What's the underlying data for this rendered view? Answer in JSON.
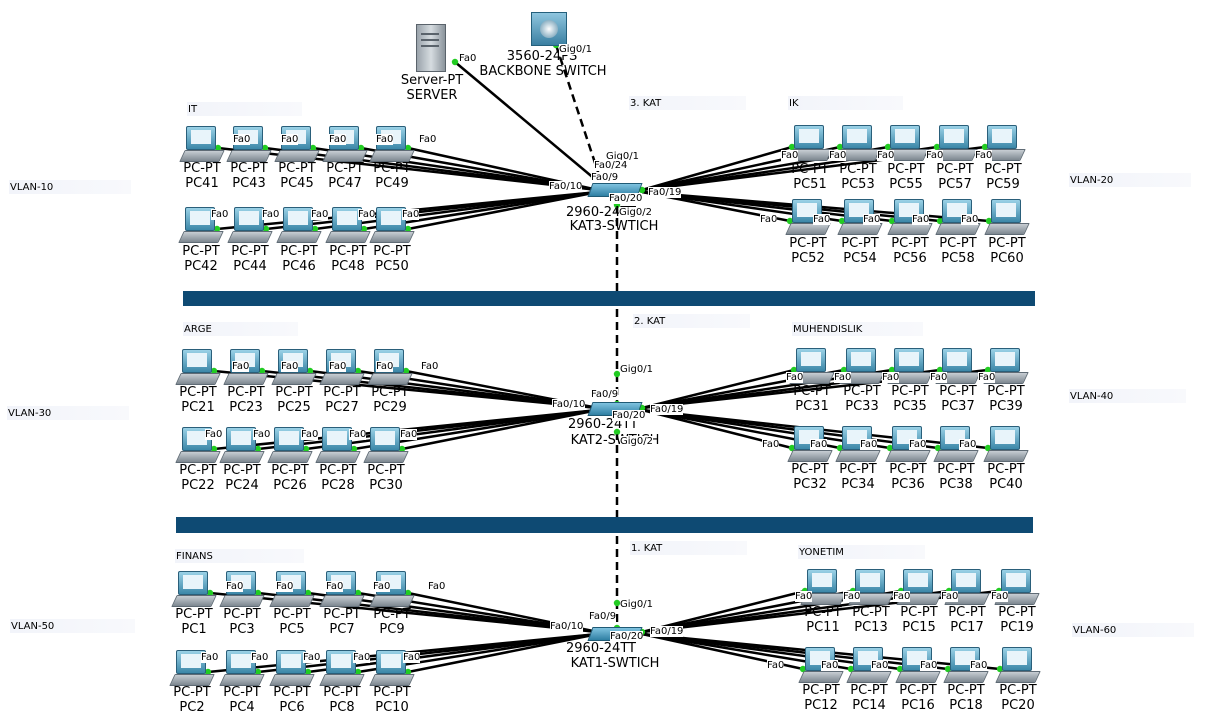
{
  "device_type_pc": "PC-PT",
  "fa0": "Fa0",
  "server": {
    "type": "Server-PT",
    "name": "SERVER",
    "port": "Fa0"
  },
  "backbone": {
    "type": "3560-24PS",
    "name": "BACKBONE SWITCH",
    "port": "Gig0/1"
  },
  "switches": [
    {
      "id": "kat3",
      "type": "2960-24TT",
      "name": "KAT3-SWTICH",
      "uplink": "Gig0/1",
      "trunk": "Fa0/24",
      "server_port": "Fa0/9",
      "p10": "Fa0/10",
      "p19": "Fa0/19",
      "p20": "Fa0/20",
      "down": "Gig0/2"
    },
    {
      "id": "kat2",
      "type": "2960-24TT",
      "name": "KAT2-SWTICH",
      "uplink": "Gig0/1",
      "p9": "Fa0/9",
      "p10": "Fa0/10",
      "p19": "Fa0/19",
      "p20": "Fa0/20",
      "down": "Gig0/2"
    },
    {
      "id": "kat1",
      "type": "2960-24TT",
      "name": "KAT1-SWTICH",
      "uplink": "Gig0/1",
      "p9": "Fa0/9",
      "p10": "Fa0/10",
      "p19": "Fa0/19",
      "p20": "Fa0/20"
    }
  ],
  "floors": [
    "3. KAT",
    "2. KAT",
    "1. KAT"
  ],
  "departments": [
    "IT",
    "IK",
    "ARGE",
    "MUHENDISLIK",
    "FINANS",
    "YONETIM"
  ],
  "vlans": [
    "VLAN-10",
    "VLAN-20",
    "VLAN-30",
    "VLAN-40",
    "VLAN-50",
    "VLAN-60"
  ],
  "pcs": {
    "it_top": [
      "PC41",
      "PC43",
      "PC45",
      "PC47",
      "PC49"
    ],
    "it_bottom": [
      "PC42",
      "PC44",
      "PC46",
      "PC48",
      "PC50"
    ],
    "ik_top": [
      "PC51",
      "PC53",
      "PC55",
      "PC57",
      "PC59"
    ],
    "ik_bottom": [
      "PC52",
      "PC54",
      "PC56",
      "PC58",
      "PC60"
    ],
    "arge_top": [
      "PC21",
      "PC23",
      "PC25",
      "PC27",
      "PC29"
    ],
    "arge_bottom": [
      "PC22",
      "PC24",
      "PC26",
      "PC28",
      "PC30"
    ],
    "muh_top": [
      "PC31",
      "PC33",
      "PC35",
      "PC37",
      "PC39"
    ],
    "muh_bottom": [
      "PC32",
      "PC34",
      "PC36",
      "PC38",
      "PC40"
    ],
    "finans_top": [
      "PC1",
      "PC3",
      "PC5",
      "PC7",
      "PC9"
    ],
    "finans_bottom": [
      "PC2",
      "PC4",
      "PC6",
      "PC8",
      "PC10"
    ],
    "yon_top": [
      "PC11",
      "PC13",
      "PC15",
      "PC17",
      "PC19"
    ],
    "yon_bottom": [
      "PC12",
      "PC14",
      "PC16",
      "PC18",
      "PC20"
    ]
  },
  "colors": {
    "band": "#0e4a73",
    "link_up": "#22cc22",
    "cable": "#000000"
  }
}
